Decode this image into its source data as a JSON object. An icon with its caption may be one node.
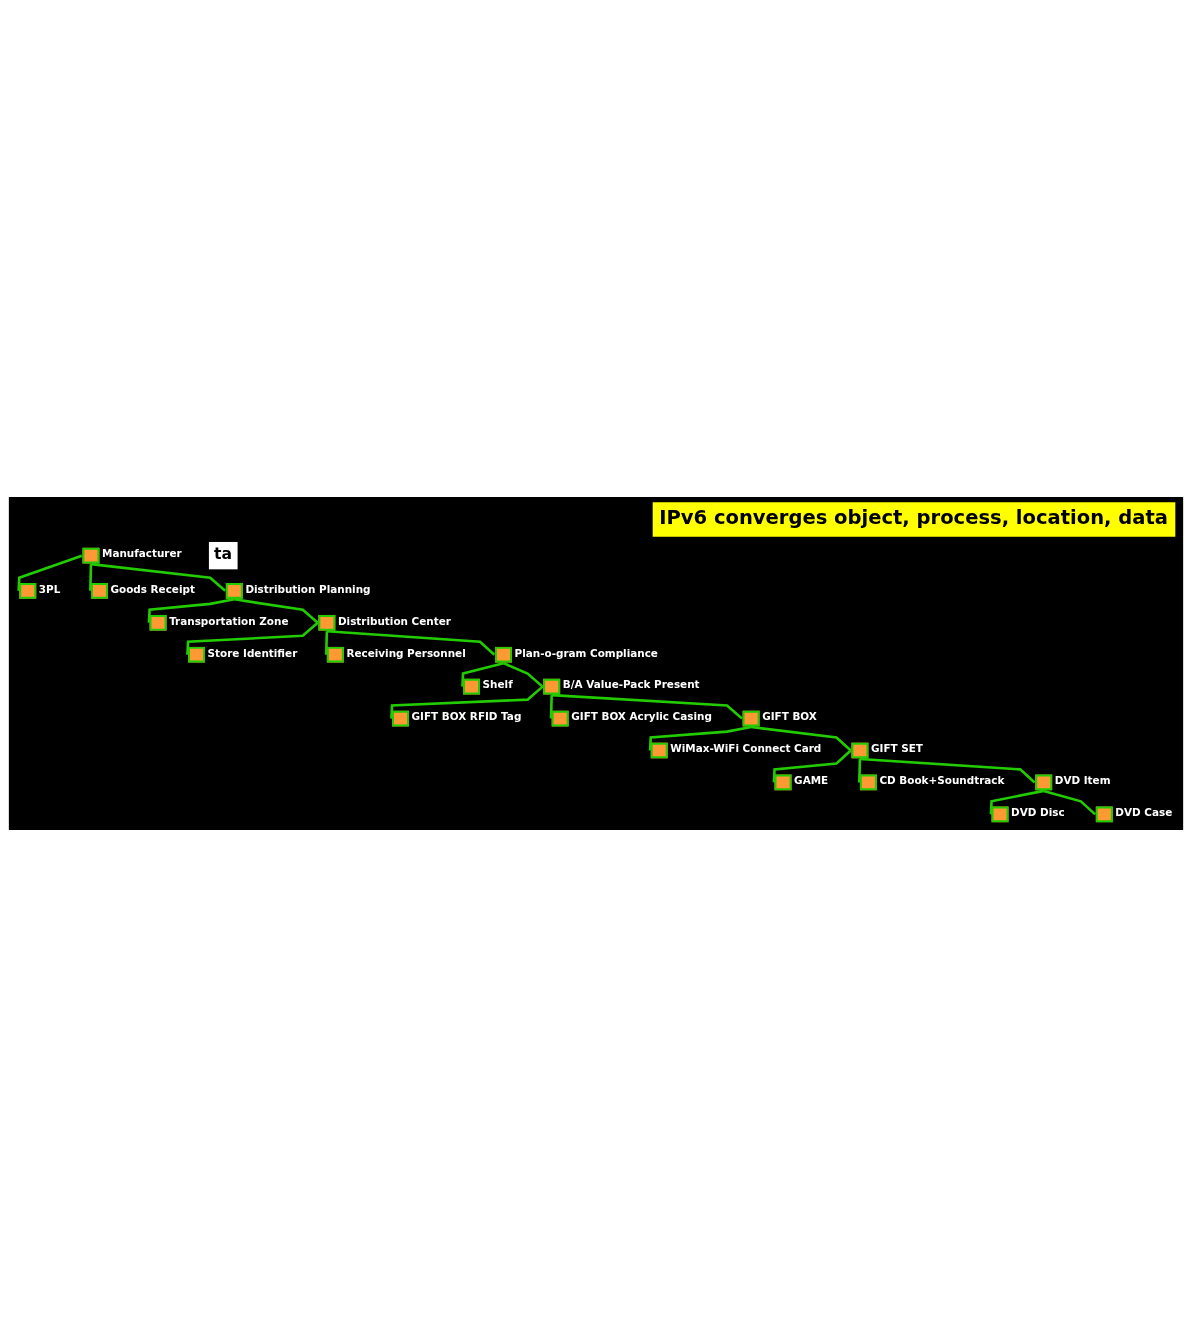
{
  "diagram": {
    "title": "IPv6 converges object, process, location, data",
    "nodes": [
      {
        "text": [
          "Manufacturer"
        ]
      },
      {
        "text": [
          "3PL"
        ]
      },
      {
        "text": [
          "Goods Receipt"
        ]
      },
      {
        "text": [
          "Distribution Planning"
        ]
      },
      {
        "text": [
          "Transportation Zone"
        ]
      },
      {
        "text": [
          "Distribution Center"
        ]
      },
      {
        "text": [
          "Store Identifier"
        ]
      },
      {
        "text": [
          "Receiving Personnel"
        ]
      },
      {
        "text": [
          "Plan-o-gram Compliance"
        ]
      },
      {
        "text": [
          "Shelf"
        ]
      },
      {
        "text": [
          "B/A Value-Pack Present"
        ]
      },
      {
        "text": [
          "GIFT BOX RFID Tag"
        ]
      },
      {
        "text": [
          "GIFT BOX Acrylic Casing"
        ]
      },
      {
        "text": [
          "GIFT BOX"
        ]
      },
      {
        "text": [
          "WiMax-WiFi Connect Card"
        ]
      },
      {
        "text": [
          "GIFT SET"
        ]
      },
      {
        "text": [
          "GAME"
        ]
      },
      {
        "text": [
          "CD Book+Soundtrack"
        ]
      },
      {
        "text": [
          "DVD Item"
        ]
      },
      {
        "text": [
          "DVD Disc"
        ]
      },
      {
        "text": [
          "DVD Case"
        ]
      }
    ],
    "edges": [
      {
        "from": 0,
        "to": 1,
        "arrow": "none"
      },
      {
        "from": 0,
        "to": 2,
        "arrow": "none"
      },
      {
        "from": 0,
        "to": 3,
        "arrow": "none"
      },
      {
        "from": 3,
        "to": 4,
        "arrow": "none"
      },
      {
        "from": 3,
        "to": 5,
        "arrow": "none"
      },
      {
        "from": 5,
        "to": 6,
        "arrow": "none"
      },
      {
        "from": 5,
        "to": 7,
        "arrow": "none"
      },
      {
        "from": 5,
        "to": 8,
        "arrow": "none"
      },
      {
        "from": 8,
        "to": 9,
        "arrow": "none"
      },
      {
        "from": 8,
        "to": 10,
        "arrow": "none"
      },
      {
        "from": 10,
        "to": 11,
        "arrow": "none"
      },
      {
        "from": 10,
        "to": 12,
        "arrow": "none"
      },
      {
        "from": 10,
        "to": 13,
        "arrow": "none"
      },
      {
        "from": 13,
        "to": 14,
        "arrow": "none"
      },
      {
        "from": 13,
        "to": 15,
        "arrow": "none"
      },
      {
        "from": 15,
        "to": 16,
        "arrow": "none"
      },
      {
        "from": 15,
        "to": 17,
        "arrow": "none"
      },
      {
        "from": 15,
        "to": 18,
        "arrow": "none"
      },
      {
        "from": 18,
        "to": 19,
        "arrow": "none"
      },
      {
        "from": 18,
        "to": 20,
        "arrow": "none"
      }
    ],
    "labels": [
      "ta"
    ]
  }
}
